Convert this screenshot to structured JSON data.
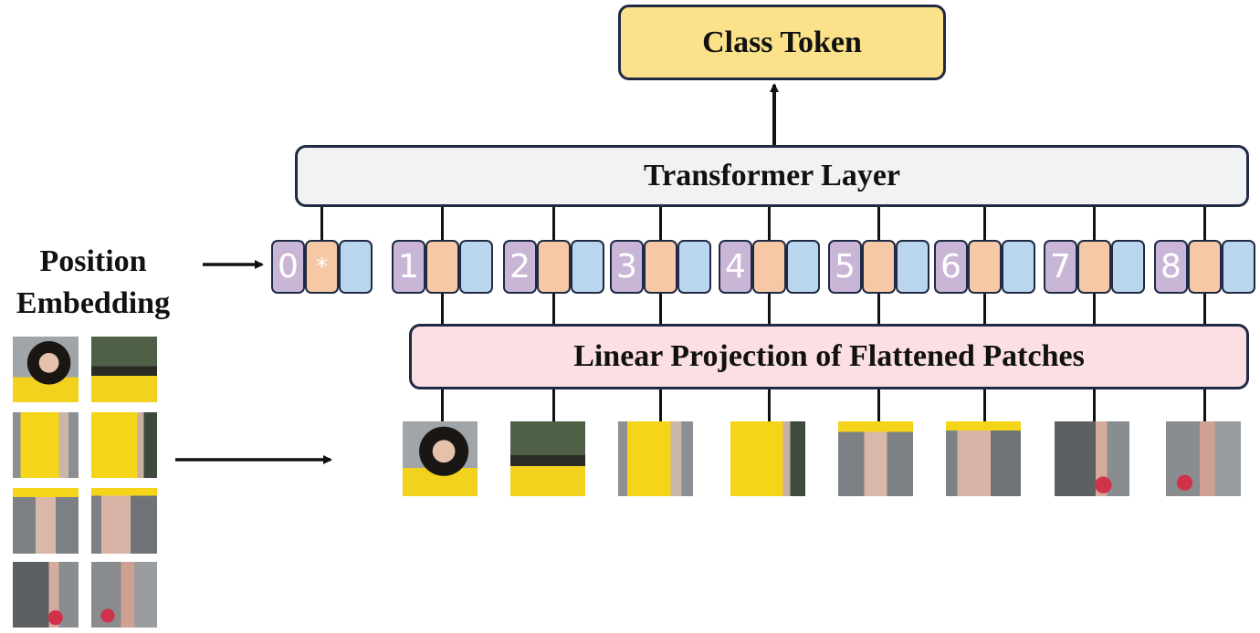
{
  "class_token": "Class Token",
  "transformer_layer": "Transformer Layer",
  "linear_projection": "Linear Projection of Flattened Patches",
  "position_embedding": [
    "Position",
    "Embedding"
  ],
  "tokens": [
    {
      "index": "0",
      "mark": "*"
    },
    {
      "index": "1",
      "mark": ""
    },
    {
      "index": "2",
      "mark": ""
    },
    {
      "index": "3",
      "mark": ""
    },
    {
      "index": "4",
      "mark": ""
    },
    {
      "index": "5",
      "mark": ""
    },
    {
      "index": "6",
      "mark": ""
    },
    {
      "index": "7",
      "mark": ""
    },
    {
      "index": "8",
      "mark": ""
    }
  ],
  "colors": {
    "class_token_fill": "#fbe28a",
    "transformer_fill": "#f1f2f4",
    "linear_fill": "#fbdfe2",
    "index_cell": "#c9b6d6",
    "token_cell": "#f6c8a6",
    "position_cell": "#b9d6ee",
    "border": "#1f2a44"
  }
}
